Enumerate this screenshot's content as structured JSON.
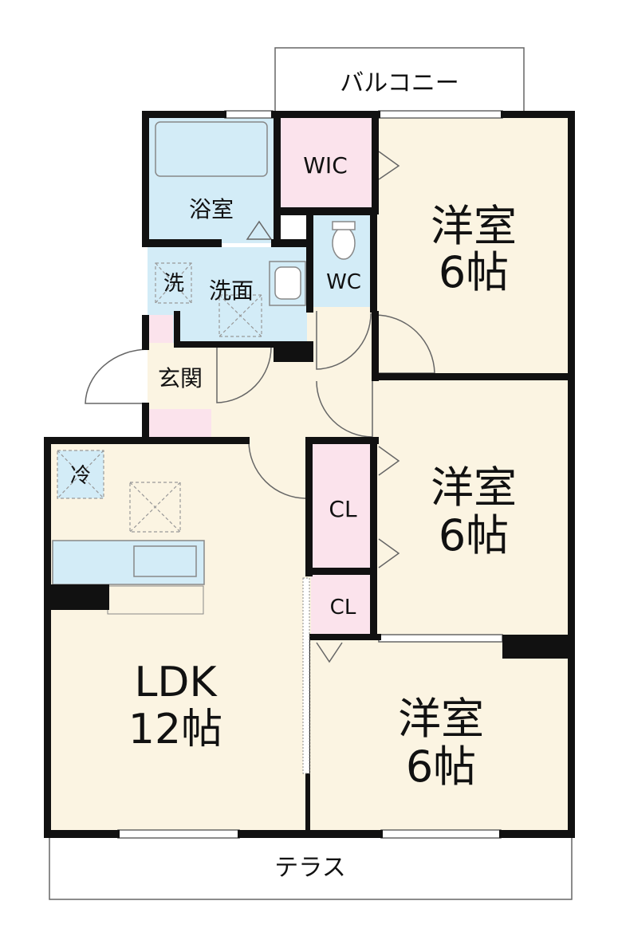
{
  "rooms": {
    "balcony": "バルコニー",
    "terrace": "テラス",
    "wic": "WIC",
    "bath": "浴室",
    "washroom": "洗面",
    "washer": "洗",
    "wc": "WC",
    "entrance": "玄関",
    "fridge": "冷",
    "cl1": "CL",
    "cl2": "CL",
    "ldk_name": "LDK",
    "ldk_size": "12帖",
    "room1_name": "洋室",
    "room1_size": "6帖",
    "room2_name": "洋室",
    "room2_size": "6帖",
    "room3_name": "洋室",
    "room3_size": "6帖"
  },
  "colors": {
    "floor": "#fbf4e2",
    "wet_area": "#d3ecf7",
    "closet": "#fbe3ec",
    "wall": "#111111",
    "thin_line": "#666666"
  }
}
